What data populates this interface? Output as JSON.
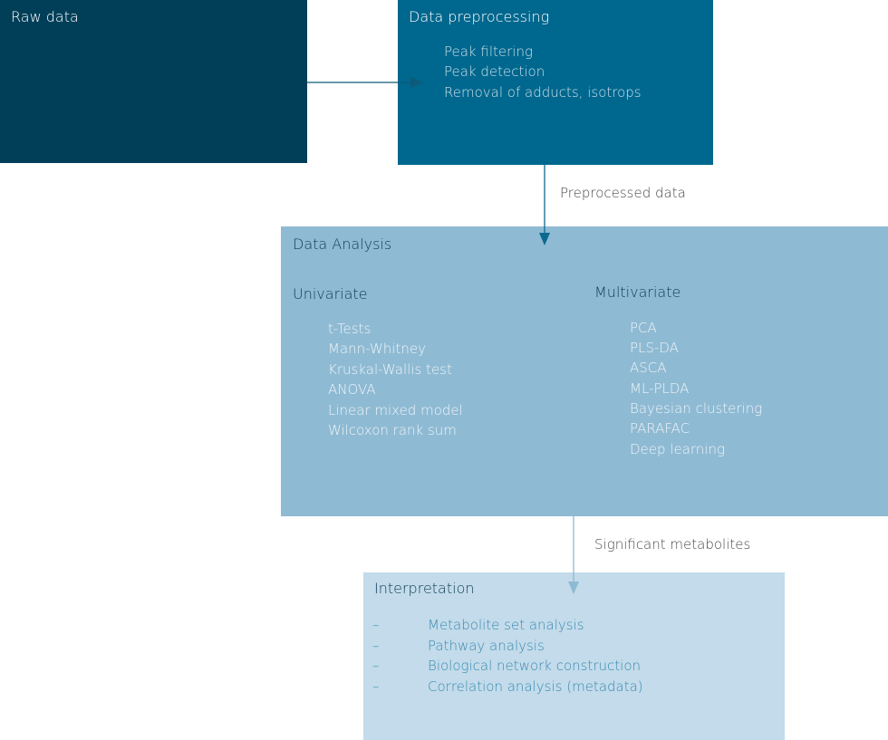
{
  "raw": {
    "title": "Raw data"
  },
  "preprocessing": {
    "title": "Data preprocessing",
    "items": [
      "Peak filtering",
      "Peak detection",
      "Removal of adducts, isotrops"
    ]
  },
  "edge1_label": "Preprocessed data",
  "analysis": {
    "title": "Data Analysis",
    "univariate": {
      "heading": "Univariate",
      "items": [
        "t-Tests",
        "Mann-Whitney",
        "Kruskal-Wallis test",
        "ANOVA",
        "Linear mixed model",
        "Wilcoxon rank sum"
      ]
    },
    "multivariate": {
      "heading": "Multivariate",
      "items": [
        "PCA",
        "PLS-DA",
        "ASCA",
        "ML-PLDA",
        "Bayesian clustering",
        "PARAFAC",
        "Deep learning"
      ]
    }
  },
  "edge2_label": "Significant metabolites",
  "interpretation": {
    "title": "Interpretation",
    "bullet": "–",
    "items": [
      "Metabolite set analysis",
      "Pathway analysis",
      "Biological network construction",
      "Correlation analysis (metadata)"
    ]
  },
  "colors": {
    "raw": "#013f59",
    "preprocessing": "#00678e",
    "analysis": "#8fbad3",
    "interpretation": "#c3dbea"
  }
}
